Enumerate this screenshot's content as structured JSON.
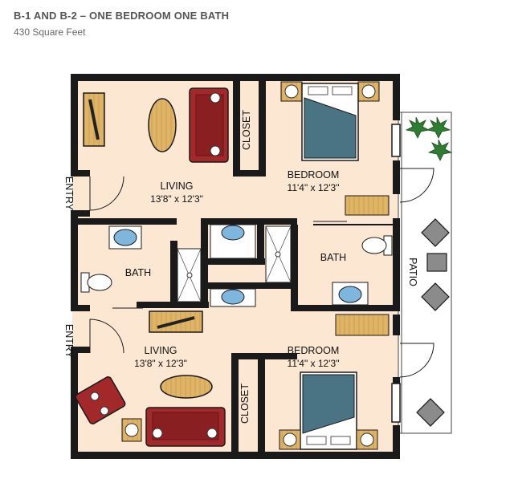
{
  "header": {
    "title": "B-1 AND B-2 – ONE BEDROOM ONE BATH",
    "subtitle": "430 Square Feet"
  },
  "labels": {
    "living_top": "LIVING",
    "living_top_dim": "13'8\" x 12'3\"",
    "bedroom_top": "BEDROOM",
    "bedroom_top_dim": "11'4\" x 12'3\"",
    "closet_top": "CLOSET",
    "entry_top": "ENTRY",
    "bath_left": "BATH",
    "bath_right": "BATH",
    "patio": "PATIO",
    "entry_bottom": "ENTRY",
    "living_bottom": "LIVING",
    "living_bottom_dim": "13'8\" x 12'3\"",
    "bedroom_bottom": "BEDROOM",
    "bedroom_bottom_dim": "11'4\" x 12'3\"",
    "closet_bottom": "CLOSET"
  },
  "colors": {
    "floor": "#fce7d2",
    "wall": "#1a1a1a",
    "sofa": "#a3282a",
    "wood": "#e0b466",
    "bedspread": "#4a7383",
    "sink": "#7fb6de",
    "plant": "#2f7d32",
    "patio_chair": "#8b8b8b"
  }
}
